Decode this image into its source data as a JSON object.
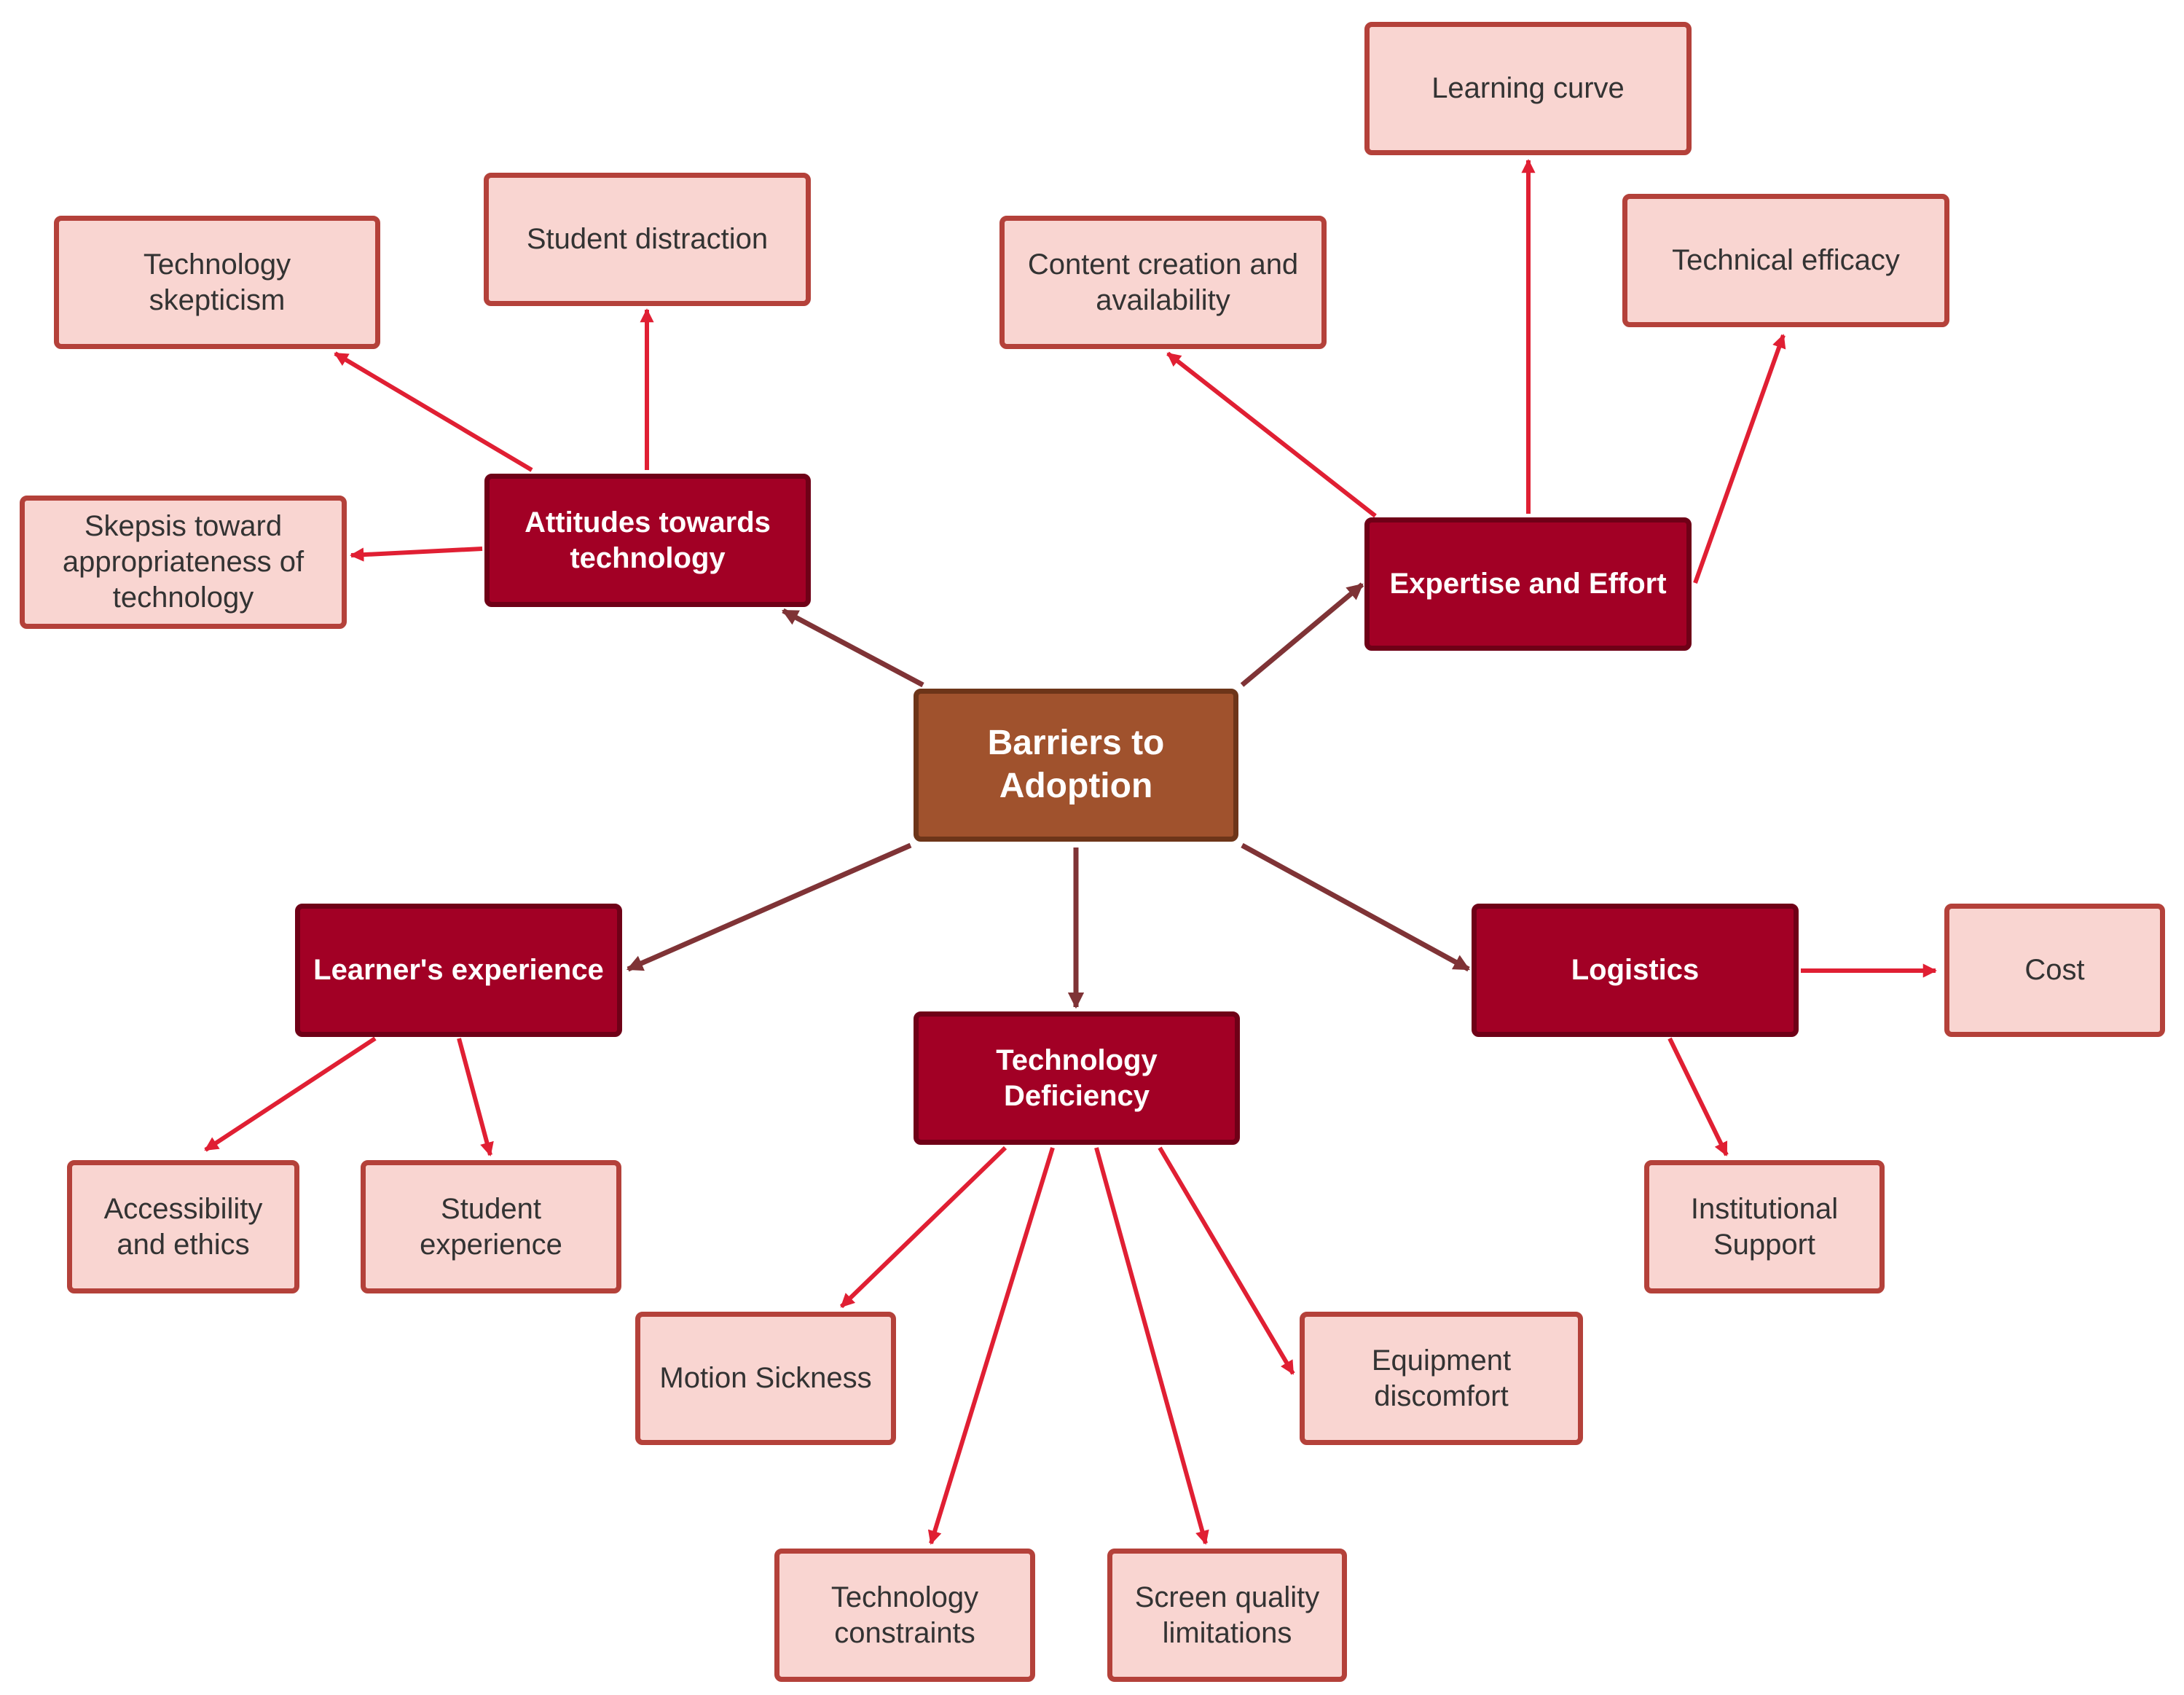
{
  "colors": {
    "root_fill": "#a0522d",
    "category_fill": "#a20025",
    "leaf_fill": "#f9d5d1",
    "leaf_border": "#b4413a",
    "primary_arrow": "#7f3336",
    "secondary_arrow": "#e01f33"
  },
  "root": {
    "label": "Barriers to\nAdoption"
  },
  "categories": {
    "attitudes": {
      "label": "Attitudes towards\ntechnology"
    },
    "expertise": {
      "label": "Expertise and Effort"
    },
    "learner": {
      "label": "Learner's experience"
    },
    "techdef": {
      "label": "Technology\nDeficiency"
    },
    "logistics": {
      "label": "Logistics"
    }
  },
  "leaves": {
    "tech_skepticism": {
      "label": "Technology\nskepticism"
    },
    "student_distraction": {
      "label": "Student distraction"
    },
    "skepsis": {
      "label": "Skepsis toward\nappropriateness of\ntechnology"
    },
    "content_creation": {
      "label": "Content creation and\navailability"
    },
    "learning_curve": {
      "label": "Learning curve"
    },
    "technical_efficacy": {
      "label": "Technical efficacy"
    },
    "accessibility": {
      "label": "Accessibility\nand ethics"
    },
    "student_experience": {
      "label": "Student\nexperience"
    },
    "motion_sickness": {
      "label": "Motion Sickness"
    },
    "tech_constraints": {
      "label": "Technology\nconstraints"
    },
    "screen_quality": {
      "label": "Screen quality\nlimitations"
    },
    "equipment_discomfort": {
      "label": "Equipment\ndiscomfort"
    },
    "cost": {
      "label": "Cost"
    },
    "institutional_support": {
      "label": "Institutional\nSupport"
    }
  }
}
